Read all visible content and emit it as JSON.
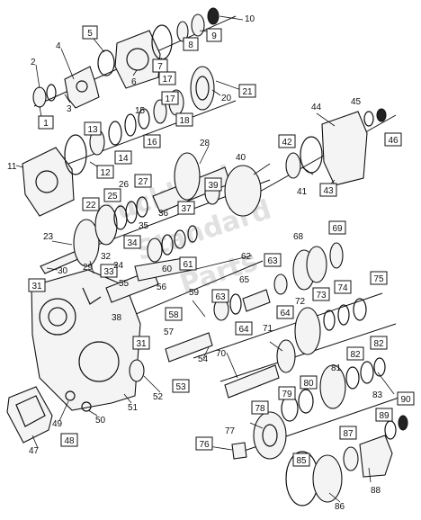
{
  "callouts": {
    "1": "1",
    "2": "2",
    "3": "3",
    "4": "4",
    "5": "5",
    "6": "6",
    "7": "7",
    "8": "8",
    "9": "9",
    "10": "10",
    "11": "11",
    "12": "12",
    "13": "13",
    "14": "14",
    "15": "15",
    "16": "16",
    "17": "17",
    "17b": "17",
    "18": "18",
    "20": "20",
    "21": "21",
    "22": "22",
    "23": "23",
    "24": "24",
    "25": "25",
    "26": "26",
    "27": "27",
    "28": "28",
    "29": "29",
    "30": "30",
    "31": "31",
    "31b": "31",
    "32": "32",
    "33": "33",
    "34": "34",
    "35": "35",
    "36": "36",
    "37": "37",
    "38": "38",
    "39": "39",
    "40": "40",
    "41": "41",
    "42": "42",
    "43": "43",
    "44": "44",
    "45": "45",
    "46": "46",
    "47": "47",
    "48": "48",
    "49": "49",
    "50": "50",
    "51": "51",
    "52": "52",
    "53": "53",
    "54": "54",
    "55": "55",
    "56": "56",
    "57": "57",
    "58": "58",
    "59": "59",
    "60": "60",
    "61": "61",
    "62": "62",
    "63": "63",
    "63b": "63",
    "64": "64",
    "64b": "64",
    "65": "65",
    "68": "68",
    "69": "69",
    "70": "70",
    "71": "71",
    "72": "72",
    "73": "73",
    "74": "74",
    "75": "75",
    "76": "76",
    "77": "77",
    "78": "78",
    "79": "79",
    "80": "80",
    "81": "81",
    "82": "82",
    "82b": "82",
    "83": "83",
    "85": "85",
    "86": "86",
    "87": "87",
    "88": "88",
    "89": "89",
    "90": "90"
  },
  "watermark": {
    "line1": "Buckland",
    "line2": "Standard",
    "line3": "Parts"
  }
}
